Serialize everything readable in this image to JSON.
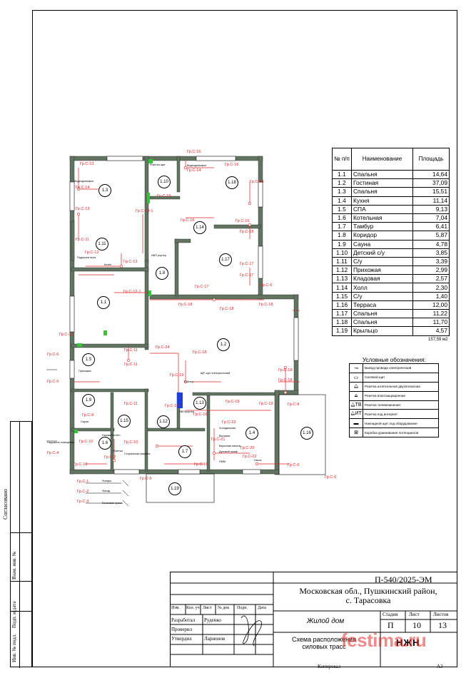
{
  "drawing": {
    "code": "П-540/2025-ЭМ",
    "address_line1": "Московская обл., Пушкинский район,",
    "address_line2": "с. Тарасовка",
    "object": "Жилой дом",
    "sheet_name_line1": "Схема расположения",
    "sheet_name_line2": "силовых трасс",
    "stage_label": "Стадия",
    "sheet_label": "Лист",
    "sheets_label": "Листов",
    "stage": "П",
    "sheet": "10",
    "sheets": "13",
    "copied": "Копировал",
    "format": "А3",
    "logo": "НЖН",
    "watermark": "festima.ru"
  },
  "stamp_headers": [
    "Изм.",
    "Кол. уч",
    "Лист",
    "№ док",
    "Подп.",
    "Дата"
  ],
  "stamp_roles": [
    {
      "role": "Разработал",
      "name": "Руденко"
    },
    {
      "role": "Проверил",
      "name": ""
    },
    {
      "role": "Утвердил",
      "name": "Ларионов"
    }
  ],
  "left_strip": {
    "agreed": "Согласовано",
    "labels": [
      "Взам. инв. №",
      "Подп. и дата",
      "Инв. № подл."
    ]
  },
  "table": {
    "headers": [
      "№ п/п",
      "Наименование",
      "Площадь"
    ],
    "rows": [
      {
        "n": "1.1",
        "name": "Спальня",
        "area": "14,64"
      },
      {
        "n": "1.2",
        "name": "Гостиная",
        "area": "37,09"
      },
      {
        "n": "1.3",
        "name": "Спальня",
        "area": "15,51"
      },
      {
        "n": "1.4",
        "name": "Кухня",
        "area": "11,14"
      },
      {
        "n": "1.5",
        "name": "СПА",
        "area": "9,13"
      },
      {
        "n": "1.6",
        "name": "Котельная",
        "area": "7,04"
      },
      {
        "n": "1.7",
        "name": "Тамбур",
        "area": "6,41"
      },
      {
        "n": "1.8",
        "name": "Коридор",
        "area": "5,87"
      },
      {
        "n": "1.9",
        "name": "Сауна",
        "area": "4,78"
      },
      {
        "n": "1.10",
        "name": "Детский с/у",
        "area": "3,85"
      },
      {
        "n": "1.11",
        "name": "С/у",
        "area": "3,39"
      },
      {
        "n": "1.12",
        "name": "Прихожая",
        "area": "2,99"
      },
      {
        "n": "1.13",
        "name": "Кладовая",
        "area": "2,57"
      },
      {
        "n": "1.14",
        "name": "Холл",
        "area": "2,30"
      },
      {
        "n": "1.15",
        "name": "С/у",
        "area": "1,40"
      },
      {
        "n": "1.16",
        "name": "Терраса",
        "area": "12,00"
      },
      {
        "n": "1.17",
        "name": "Спальня",
        "area": "11,22"
      },
      {
        "n": "1.18",
        "name": "Спальня",
        "area": "11,70"
      },
      {
        "n": "1.19",
        "name": "Крыльцо",
        "area": "4,57"
      }
    ],
    "total": "157,59 м2"
  },
  "legend": {
    "title": "Условные обозначения:",
    "items": [
      {
        "symbol": "⊸",
        "text": "Вывод провода электрический"
      },
      {
        "symbol": "▭",
        "text": "Силовой щит"
      },
      {
        "symbol": "⧋",
        "text": "Розетка штепсельная двухполюсная"
      },
      {
        "symbol": "⩠",
        "text": "Розетка влагозащищенная"
      },
      {
        "symbol": "⧋ТВ",
        "text": "Розетка телевизионная"
      },
      {
        "symbol": "⧋ИТ",
        "text": "Розетка под интернет"
      },
      {
        "symbol": "▬",
        "text": "Накладной щит под оборудование"
      },
      {
        "symbol": "⊠",
        "text": "Коробка уравнивания потенциалов"
      }
    ]
  },
  "plan": {
    "room_ids": [
      "1.1",
      "1.2",
      "1.3",
      "1.4",
      "1.5",
      "1.6",
      "1.7",
      "1.8",
      "1.9",
      "1.10",
      "1.11",
      "1.12",
      "1.13",
      "1.14",
      "1.15",
      "1.16",
      "1.17",
      "1.18",
      "1.19"
    ],
    "circuit_labels": [
      "Гр.С-13",
      "Гр.С-14",
      "Гр.С-13",
      "Гр.С-11",
      "Гр.С-12",
      "Гр.С-13",
      "Гр.С-16",
      "Гр.С-14",
      "Гр.С-16",
      "Гр.С-18",
      "Гр.С-15",
      "Гр.С-13-1",
      "Гр.С-16",
      "Гр.С-16",
      "Гр.С-18",
      "Гр.С-17",
      "Гр.С-17",
      "Гр.С-17",
      "Гр.С-6",
      "Гр.С-12-1",
      "Гр.С-18",
      "Гр.С-18",
      "Гр.С-18",
      "Гр.С-12",
      "Гр.С-24",
      "Гр.С-11",
      "Гр.С-11",
      "Гр.С-18",
      "Гр.С-6",
      "Гр.С-5",
      "Гр.С-19",
      "Гр.С-18",
      "Гр.С-18",
      "Гр.С-19",
      "Гр.С-10",
      "Гр.С-8",
      "Гр.С-11",
      "Гр.С-10",
      "Гр.С-7",
      "Гр.С-10",
      "Гр.С-19",
      "Гр.С-19",
      "Гр.С-23",
      "Гр.С-21",
      "Гр.С-20",
      "Гр.С-22",
      "Гр.С-6",
      "Гр.С-6",
      "Гр.С-4",
      "Гр.С-1",
      "Гр.С-2",
      "Гр.С-3",
      "Гр.С-8",
      "Гр.С-19",
      "Гр.С-9",
      "Гр.С-19"
    ],
    "notes": [
      "Видеодомофон",
      "Розетка щит",
      "ИБП роутер",
      "Видеодомофон",
      "Подогрев пола",
      "Прихожая",
      "Котёл",
      "ЩР, щит электрический",
      "Бойлер",
      "ИБП/роутер",
      "Варочная панель",
      "Холодильник",
      "Духовой шкаф",
      "ПММ",
      "Вытяжка",
      "Наружное освещение",
      "Фасад",
      "Фонарь",
      "Газовый котёл",
      "Розетка",
      "Насос",
      "Сауна",
      "Бельевая сушка",
      "Стиральная машина"
    ]
  }
}
